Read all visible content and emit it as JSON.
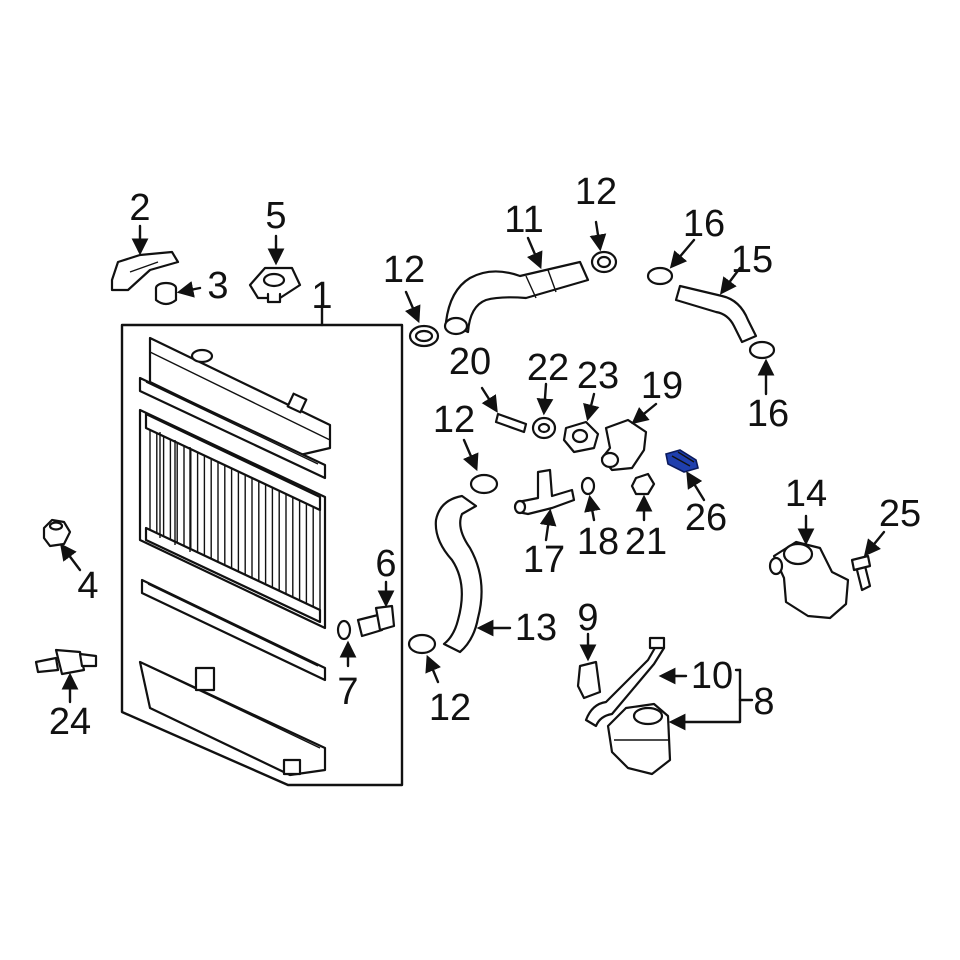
{
  "diagram": {
    "callouts": [
      {
        "id": "c1",
        "text": "1"
      },
      {
        "id": "c2",
        "text": "2"
      },
      {
        "id": "c3",
        "text": "3"
      },
      {
        "id": "c4",
        "text": "4"
      },
      {
        "id": "c5",
        "text": "5"
      },
      {
        "id": "c6",
        "text": "6"
      },
      {
        "id": "c7",
        "text": "7"
      },
      {
        "id": "c8",
        "text": "8"
      },
      {
        "id": "c9",
        "text": "9"
      },
      {
        "id": "c10",
        "text": "10"
      },
      {
        "id": "c11",
        "text": "11"
      },
      {
        "id": "c12a",
        "text": "12"
      },
      {
        "id": "c12b",
        "text": "12"
      },
      {
        "id": "c12c",
        "text": "12"
      },
      {
        "id": "c12d",
        "text": "12"
      },
      {
        "id": "c13",
        "text": "13"
      },
      {
        "id": "c14",
        "text": "14"
      },
      {
        "id": "c15",
        "text": "15"
      },
      {
        "id": "c16a",
        "text": "16"
      },
      {
        "id": "c16b",
        "text": "16"
      },
      {
        "id": "c17",
        "text": "17"
      },
      {
        "id": "c18",
        "text": "18"
      },
      {
        "id": "c19",
        "text": "19"
      },
      {
        "id": "c20",
        "text": "20"
      },
      {
        "id": "c21",
        "text": "21"
      },
      {
        "id": "c22",
        "text": "22"
      },
      {
        "id": "c23",
        "text": "23"
      },
      {
        "id": "c24",
        "text": "24"
      },
      {
        "id": "c25",
        "text": "25"
      },
      {
        "id": "c26",
        "text": "26"
      }
    ],
    "colors": {
      "line": "#111111",
      "highlight": "#1f3fae",
      "background": "#ffffff"
    }
  }
}
